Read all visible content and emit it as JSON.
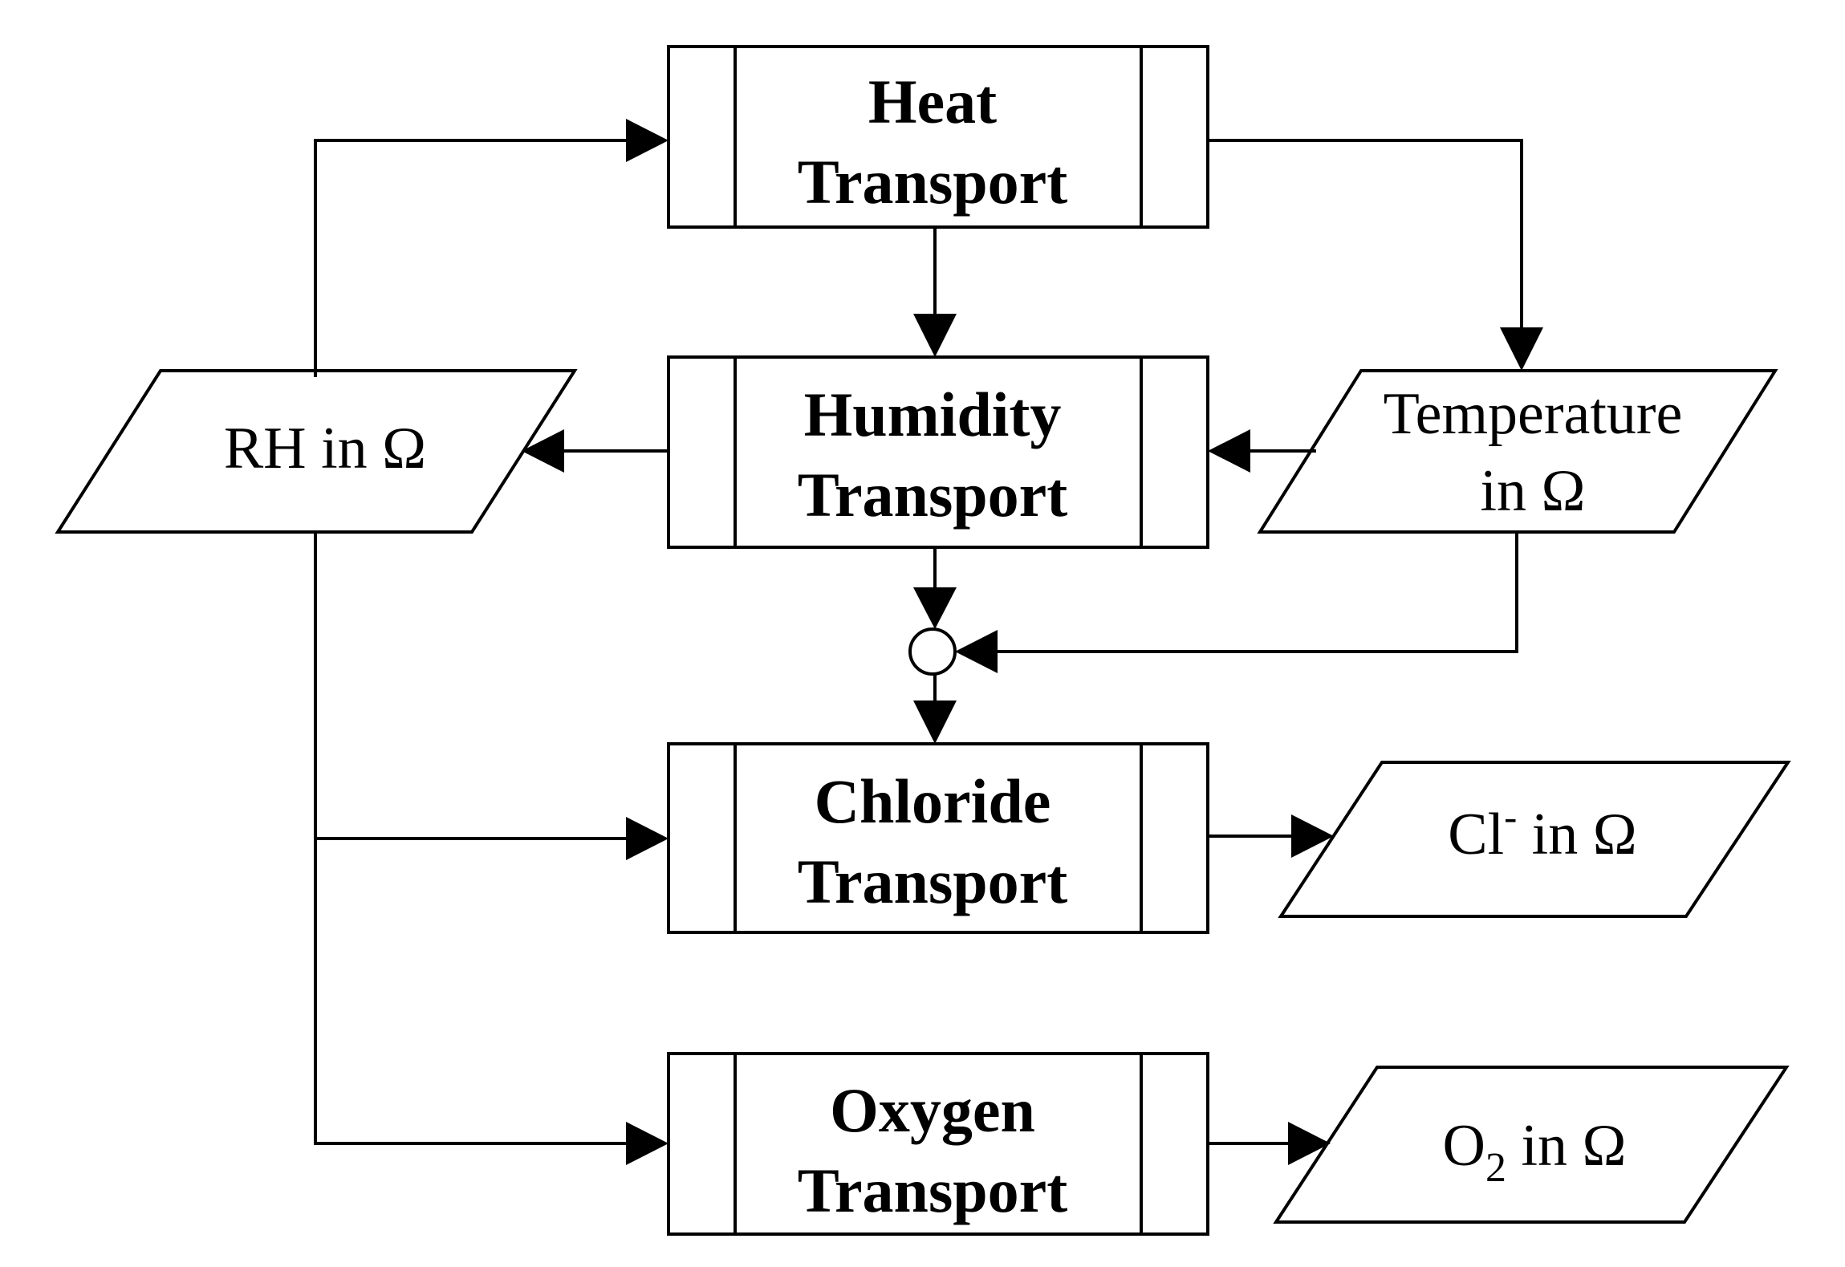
{
  "processes": {
    "heat": {
      "line1": "Heat",
      "line2": "Transport"
    },
    "humidity": {
      "line1": "Humidity",
      "line2": "Transport"
    },
    "chloride": {
      "line1": "Chloride",
      "line2": "Transport"
    },
    "oxygen": {
      "line1": "Oxygen",
      "line2": "Transport"
    }
  },
  "data_nodes": {
    "rh": {
      "text": "RH in Ω"
    },
    "temperature": {
      "line1": "Temperature",
      "line2": "in Ω"
    },
    "chloride": {
      "base": "Cl",
      "superscript": "-",
      "rest": " in Ω"
    },
    "oxygen": {
      "base": "O",
      "subscript": "2",
      "rest": " in Ω"
    }
  },
  "colors": {
    "stroke": "#000000",
    "background": "#ffffff"
  }
}
